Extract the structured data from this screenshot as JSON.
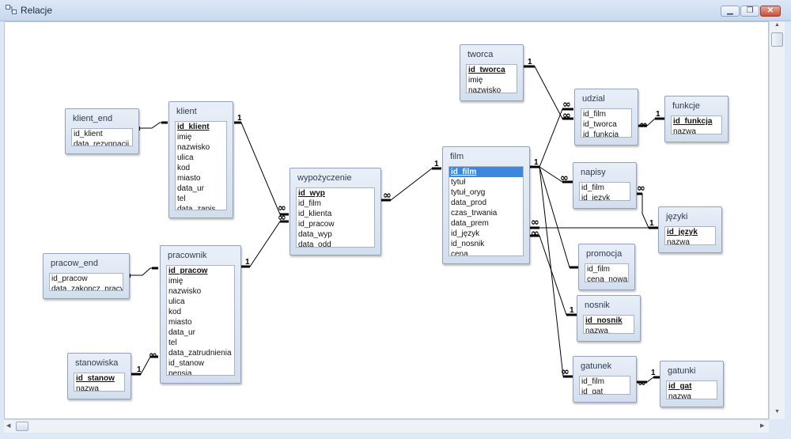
{
  "window": {
    "title": "Relacje"
  },
  "tables": {
    "tworca": {
      "name": "tworca",
      "fields": [
        "id_tworca",
        "imię",
        "nazwisko"
      ]
    },
    "klient_end": {
      "name": "klient_end",
      "fields": [
        "id_klient",
        "data_rezygnacji"
      ]
    },
    "klient": {
      "name": "klient",
      "fields": [
        "id_klient",
        "imię",
        "nazwisko",
        "ulica",
        "kod",
        "miasto",
        "data_ur",
        "tel",
        "data_zapis"
      ]
    },
    "udzial": {
      "name": "udzial",
      "fields": [
        "id_film",
        "id_tworca",
        "id_funkcja"
      ]
    },
    "funkcje": {
      "name": "funkcje",
      "fields": [
        "id_funkcja",
        "nazwa"
      ]
    },
    "wypozyczenie": {
      "name": "wypożyczenie",
      "fields": [
        "id_wyp",
        "id_film",
        "id_klienta",
        "id_pracow",
        "data_wyp",
        "data_odd"
      ]
    },
    "film": {
      "name": "film",
      "fields": [
        "id_film",
        "tytuł",
        "tytuł_oryg",
        "data_prod",
        "czas_trwania",
        "data_prem",
        "id_język",
        "id_nosnik",
        "cena"
      ]
    },
    "napisy": {
      "name": "napisy",
      "fields": [
        "id_film",
        "id_język"
      ]
    },
    "jezyki": {
      "name": "języki",
      "fields": [
        "id_język",
        "nazwa"
      ]
    },
    "pracow_end": {
      "name": "pracow_end",
      "fields": [
        "id_pracow",
        "data_zakoncz_pracy"
      ]
    },
    "pracownik": {
      "name": "pracownik",
      "fields": [
        "id_pracow",
        "imię",
        "nazwisko",
        "ulica",
        "kod",
        "miasto",
        "data_ur",
        "tel",
        "data_zatrudnienia",
        "id_stanow",
        "pensja"
      ]
    },
    "promocja": {
      "name": "promocja",
      "fields": [
        "id_film",
        "cena_nowa"
      ]
    },
    "nosnik": {
      "name": "nosnik",
      "fields": [
        "id_nosnik",
        "nazwa"
      ]
    },
    "stanowiska": {
      "name": "stanowiska",
      "fields": [
        "id_stanow",
        "nazwa"
      ]
    },
    "gatunek": {
      "name": "gatunek",
      "fields": [
        "id_film",
        "id_gat"
      ]
    },
    "gatunki": {
      "name": "gatunki",
      "fields": [
        "id_gat",
        "nazwa"
      ]
    }
  },
  "cardinality": {
    "one": "1",
    "many": "∞"
  }
}
